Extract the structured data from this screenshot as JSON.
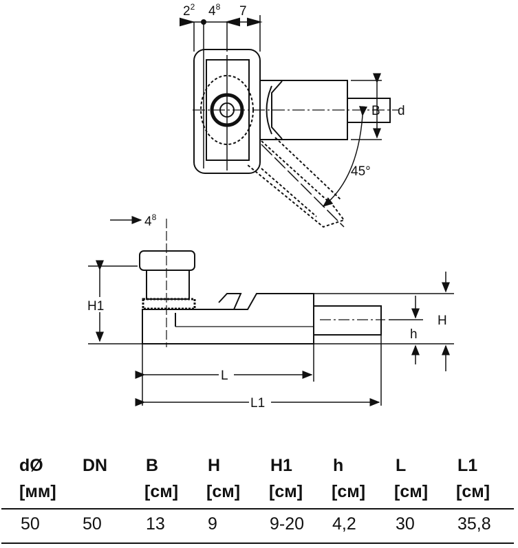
{
  "drawing": {
    "top_view": {
      "dim_1": "2",
      "dim_1_sup": "2",
      "dim_2": "4",
      "dim_2_sup": "8",
      "dim_3": "7",
      "label_B": "B",
      "label_d": "d",
      "angle": "45°"
    },
    "side_view": {
      "dim_top": "4",
      "dim_top_sup": "8",
      "label_H1": "H1",
      "label_H": "H",
      "label_h": "h",
      "label_L": "L",
      "label_L1": "L1"
    }
  },
  "table": {
    "headers": [
      {
        "name": "dØ",
        "unit": "[мм]"
      },
      {
        "name": "DN",
        "unit": ""
      },
      {
        "name": "B",
        "unit": "[см]"
      },
      {
        "name": "H",
        "unit": "[см]"
      },
      {
        "name": "H1",
        "unit": "[см]"
      },
      {
        "name": "h",
        "unit": "[см]"
      },
      {
        "name": "L",
        "unit": "[см]"
      },
      {
        "name": "L1",
        "unit": "[см]"
      }
    ],
    "rows": [
      [
        "50",
        "50",
        "13",
        "9",
        "9-20",
        "4,2",
        "30",
        "35,8"
      ]
    ]
  }
}
